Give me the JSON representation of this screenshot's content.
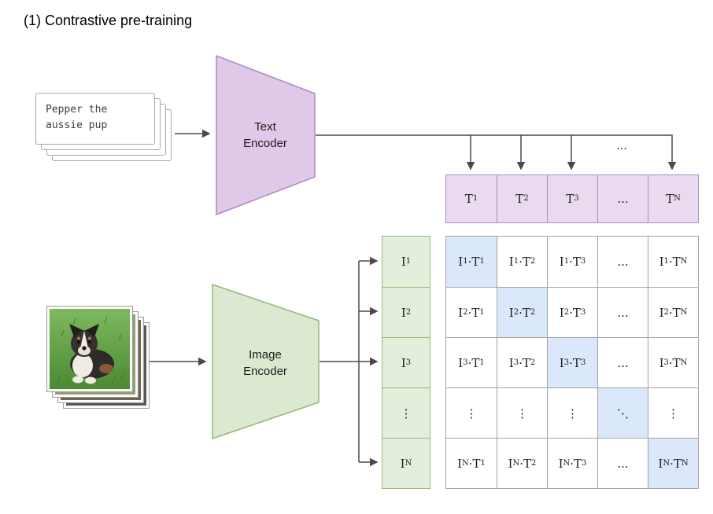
{
  "title": "(1) Contrastive pre-training",
  "colors": {
    "purple-stroke": "#ab8bbd",
    "encoder-purple-fill": "#dfc8e8",
    "t-cell-fill": "#e9daef",
    "green-stroke": "#93b87a",
    "encoder-green-fill": "#dae9cf",
    "i-cell-fill": "#e3efdc",
    "blue-fill": "#dbe8fb",
    "grid-stroke": "#a3a3a3",
    "arrow": "#4a4a4a"
  },
  "caption_card": {
    "line1": "Pepper the",
    "line2": "aussie pup"
  },
  "text_encoder": {
    "line1": "Text",
    "line2": "Encoder"
  },
  "image_encoder": {
    "line1": "Image",
    "line2": "Encoder"
  },
  "ellipsis": "...",
  "text_embeddings": [
    "T_1",
    "T_2",
    "T_3",
    "...",
    "T_N"
  ],
  "image_embeddings": [
    "I_1",
    "I_2",
    "I_3",
    "⋮",
    "I_N"
  ],
  "matrix": {
    "diagonal_highlighted": true,
    "rows": [
      [
        "I_1·T_1",
        "I_1·T_2",
        "I_1·T_3",
        "...",
        "I_1·T_N"
      ],
      [
        "I_2·T_1",
        "I_2·T_2",
        "I_2·T_3",
        "...",
        "I_2·T_N"
      ],
      [
        "I_3·T_1",
        "I_3·T_2",
        "I_3·T_3",
        "...",
        "I_3·T_N"
      ],
      [
        "⋮",
        "⋮",
        "⋮",
        "⋱",
        "⋮"
      ],
      [
        "I_N·T_1",
        "I_N·T_2",
        "I_N·T_3",
        "...",
        "I_N·T_N"
      ]
    ]
  }
}
